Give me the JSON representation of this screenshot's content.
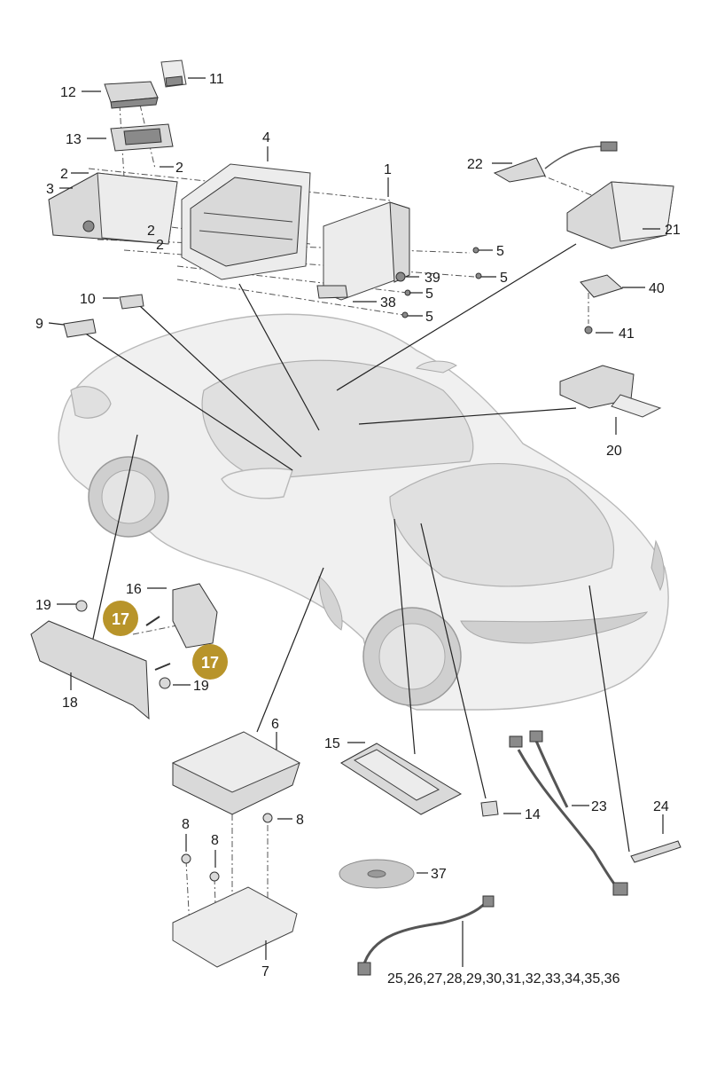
{
  "labels": {
    "l1": "1",
    "l2a": "2",
    "l2b": "2",
    "l2c": "2",
    "l2d": "2",
    "l3": "3",
    "l4": "4",
    "l5a": "5",
    "l5b": "5",
    "l5c": "5",
    "l5d": "5",
    "l6": "6",
    "l7": "7",
    "l8a": "8",
    "l8b": "8",
    "l8c": "8",
    "l9": "9",
    "l10": "10",
    "l11": "11",
    "l12": "12",
    "l13": "13",
    "l14": "14",
    "l15": "15",
    "l16": "16",
    "l18": "18",
    "l19a": "19",
    "l19b": "19",
    "l20": "20",
    "l21": "21",
    "l22": "22",
    "l23": "23",
    "l24": "24",
    "l37": "37",
    "l38": "38",
    "l39": "39",
    "l40": "40",
    "l41": "41",
    "l25": "25,26,27,28,29,30,31,32,33,34,35,36"
  },
  "badges": {
    "b17a": "17",
    "b17b": "17"
  },
  "colors": {
    "badge": "#b8942a"
  }
}
